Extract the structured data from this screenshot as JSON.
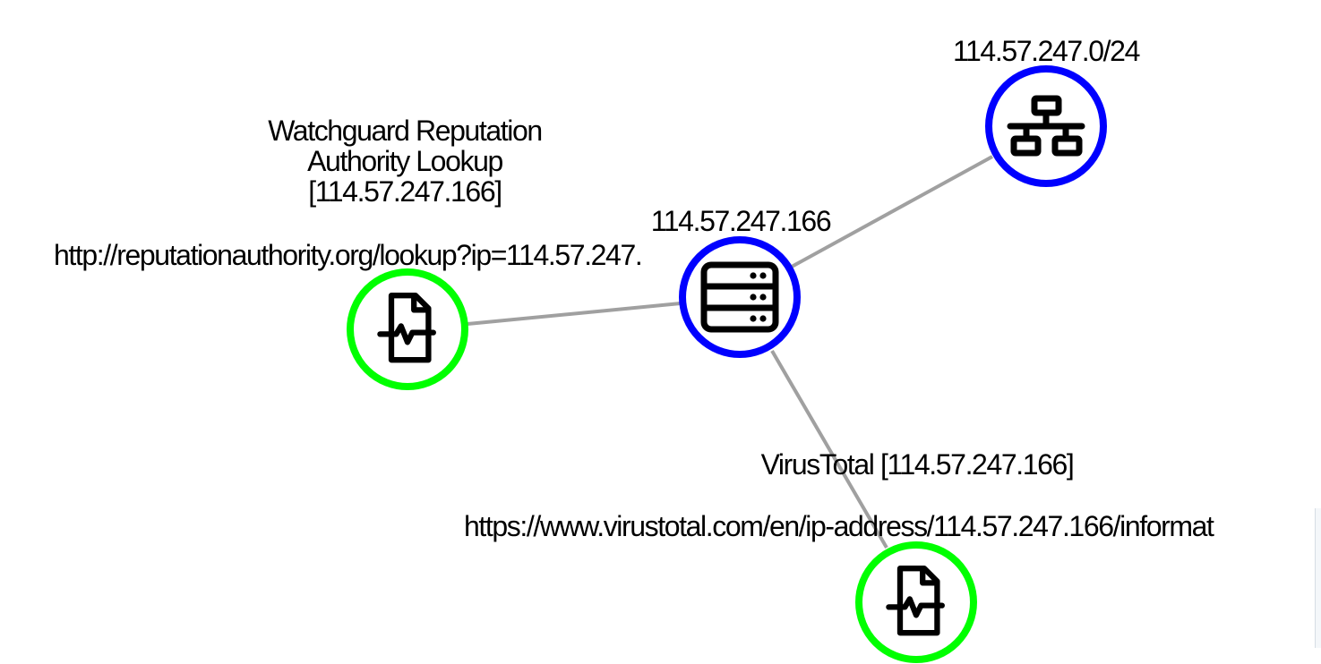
{
  "colors": {
    "edge": "#a0a0a0",
    "ip_ring": "#0000ff",
    "doc_ring": "#00ff00",
    "icon": "#000000",
    "background": "#ffffff"
  },
  "nodes": {
    "ip": {
      "label": "114.57.247.166",
      "icon": "server-icon"
    },
    "netblock": {
      "label": "114.57.247.0/24",
      "icon": "network-icon"
    },
    "watchguard": {
      "title_lines": [
        "Watchguard Reputation",
        "Authority Lookup",
        "[114.57.247.166]"
      ],
      "url": "http://reputationauthority.org/lookup?ip=114.57.247.",
      "icon": "document-pulse-icon"
    },
    "virustotal": {
      "title": "VirusTotal [114.57.247.166]",
      "url": "https://www.virustotal.com/en/ip-address/114.57.247.166/informat",
      "icon": "document-pulse-icon"
    }
  }
}
